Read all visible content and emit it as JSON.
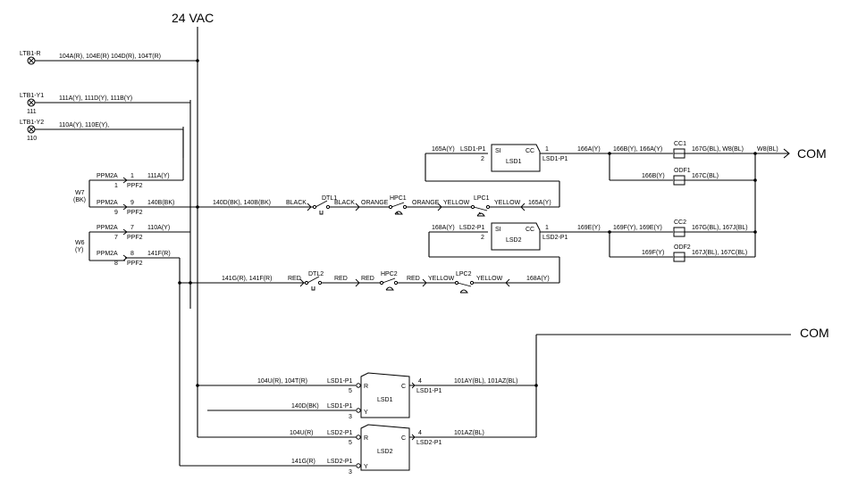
{
  "supply_label": "24 VAC",
  "com_label": "COM",
  "lamps": [
    {
      "name": "LTB1-R",
      "number": "",
      "wires": "104A(R), 104E(R)  104D(R), 104T(R)"
    },
    {
      "name": "LTB1-Y1",
      "number": "111",
      "wires": "111A(Y), 111D(Y), 111B(Y)"
    },
    {
      "name": "LTB1-Y2",
      "number": "110",
      "wires": "110A(Y), 110E(Y),"
    }
  ],
  "harness": {
    "w7": [
      "W7",
      "(BK)"
    ],
    "w6": [
      "W6",
      "(Y)"
    ],
    "pins": [
      {
        "conn": "PPM2A",
        "pin_top": "1",
        "pin_bot": "1",
        "plug": "PPF2",
        "wire": "111A(Y)"
      },
      {
        "conn": "PPM2A",
        "pin_top": "9",
        "pin_bot": "9",
        "plug": "PPF2",
        "wire": "140B(BK)"
      },
      {
        "conn": "PPM2A",
        "pin_top": "7",
        "pin_bot": "7",
        "plug": "PPF2",
        "wire": "110A(Y)"
      },
      {
        "conn": "PPM2A",
        "pin_top": "8",
        "pin_bot": "8",
        "plug": "PPF2",
        "wire": "141F(R)"
      }
    ]
  },
  "circuit1": {
    "wire_in": "140D(BK), 140B(BK)",
    "colors": [
      "BLACK",
      "BLACK",
      "ORANGE",
      "ORANGE",
      "YELLOW",
      "YELLOW"
    ],
    "dtl": "DTL1",
    "hpc": "HPC1",
    "lpc": "LPC1",
    "wire_out": "165A(Y)"
  },
  "circuit2": {
    "wire_in": "141G(R), 141F(R)",
    "colors": [
      "RED",
      "RED",
      "RED",
      "RED",
      "YELLOW",
      "YELLOW"
    ],
    "dtl": "DTL2",
    "hpc": "HPC2",
    "lpc": "LPC2",
    "wire_out": "168A(Y)"
  },
  "lsd1_upper": {
    "in_wire": "165A(Y)",
    "in_tag": "LSD1-P1",
    "pin_si": "2",
    "si": "SI",
    "cc": "CC",
    "name": "LSD1",
    "out_pin": "1",
    "out_tag": "LSD1-P1",
    "out_wire": "166A(Y)"
  },
  "lsd2_upper": {
    "in_wire": "168A(Y)",
    "in_tag": "LSD2-P1",
    "pin_si": "2",
    "si": "SI",
    "cc": "CC",
    "name": "LSD2",
    "out_pin": "1",
    "out_tag": "LSD2-P1",
    "out_wire": "169E(Y)"
  },
  "contactors": {
    "cc1": {
      "name": "CC1",
      "in_wire": "166B(Y), 166A(Y)",
      "out_wire": "167G(BL), W8(BL)"
    },
    "odf1": {
      "name": "ODF1",
      "in_wire": "166B(Y)",
      "out_wire": "167C(BL)"
    },
    "cc2": {
      "name": "CC2",
      "in_wire": "169F(Y), 169E(Y)",
      "out_wire": "167G(BL), 167J(BL)"
    },
    "odf2": {
      "name": "ODF2",
      "in_wire": "169F(Y)",
      "out_wire": "167J(BL), 167C(BL)"
    },
    "w8": "W8(BL)"
  },
  "lsd1_lower": {
    "wire_r": "104U(R), 104T(R)",
    "tag_r": "LSD1-P1",
    "pin_r": "5",
    "r": "R",
    "wire_y": "140D(BK)",
    "tag_y": "LSD1-P1",
    "pin_y": "3",
    "y": "Y",
    "c": "C",
    "name": "LSD1",
    "out_pin": "4",
    "out_tag": "LSD1-P1",
    "out_wire": "101AY(BL), 101AZ(BL)"
  },
  "lsd2_lower": {
    "wire_r": "104U(R)",
    "tag_r": "LSD2-P1",
    "pin_r": "5",
    "r": "R",
    "wire_y": "141G(R)",
    "tag_y": "LSD2-P1",
    "pin_y": "3",
    "y": "Y",
    "c": "C",
    "name": "LSD2",
    "out_pin": "4",
    "out_tag": "LSD2-P1",
    "out_wire": "101AZ(BL)"
  }
}
